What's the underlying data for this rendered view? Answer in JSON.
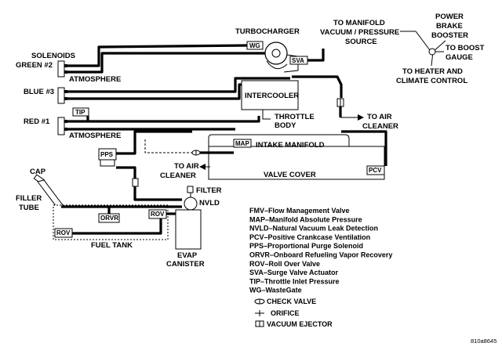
{
  "labels": {
    "turbocharger": "TURBOCHARGER",
    "solenoids": "SOLENOIDS",
    "green": "GREEN #2",
    "blue": "BLUE #3",
    "red": "RED #1",
    "atmosphere_top": "ATMOSPHERE",
    "atmosphere_bottom": "ATMOSPHERE",
    "intercooler": "INTERCOOLER",
    "throttle_body_1": "THROTTLE",
    "throttle_body_2": "BODY",
    "intake_manifold": "INTAKE MANIFOLD",
    "valve_cover": "VALVE COVER",
    "to_air_cleaner_1a": "TO AIR",
    "to_air_cleaner_1b": "CLEANER",
    "to_air_cleaner_2a": "TO AIR",
    "to_air_cleaner_2b": "CLEANER",
    "to_manifold_1": "TO MANIFOLD",
    "to_manifold_2": "VACUUM / PRESSURE",
    "to_manifold_3": "SOURCE",
    "power_brake_1": "POWER",
    "power_brake_2": "BRAKE",
    "power_brake_3": "BOOSTER",
    "to_boost_1": "TO BOOST",
    "to_boost_2": "GAUGE",
    "to_heater_1": "TO HEATER AND",
    "to_heater_2": "CLIMATE CONTROL",
    "cap": "CAP",
    "filler_tube_1": "FILLER",
    "filler_tube_2": "TUBE",
    "fuel_tank": "FUEL TANK",
    "filter": "FILTER",
    "nvld": "NVLD",
    "evap_1": "EVAP",
    "evap_2": "CANISTER"
  },
  "boxes": {
    "wg": "WG",
    "sva": "SVA",
    "tip": "TIP",
    "map": "MAP",
    "pps": "PPS",
    "pcv": "PCV",
    "orvr": "ORVR",
    "rov_right": "ROV",
    "rov_left": "ROV"
  },
  "abbreviations": [
    "FMV–Flow Management Valve",
    "MAP–Manifold Absolute Pressure",
    "NVLD–Natural Vacuum Leak Detection",
    "PCV–Positive Crankcase Ventilation",
    "PPS–Proportional Purge Solenoid",
    "ORVR–Onboard Refueling Vapor Recovery",
    "ROV–Roll Over Valve",
    "SVA–Surge Valve Actuator",
    "TIP–Throttle Inlet Pressure",
    "WG–WasteGate"
  ],
  "symbols": {
    "check_valve": "CHECK VALVE",
    "orifice": "ORIFICE",
    "vacuum_ejector": "VACUUM EJECTOR"
  },
  "figure_id": "810a8645"
}
